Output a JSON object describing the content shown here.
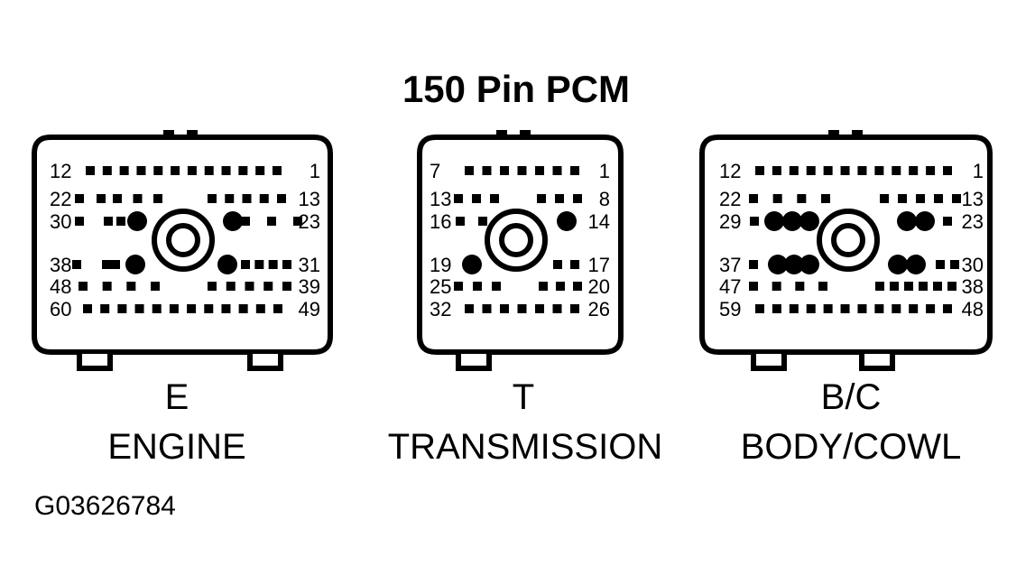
{
  "title": "150 Pin PCM",
  "figure_id": "G03626784",
  "colors": {
    "ink": "#000000",
    "background": "#ffffff"
  },
  "connectors": [
    {
      "letter": "E",
      "name": "ENGINE",
      "rows": [
        {
          "left": "12",
          "right": "1"
        },
        {
          "left": "22",
          "right": "13"
        },
        {
          "left": "30",
          "right": "23"
        },
        {
          "left": "38",
          "right": "31"
        },
        {
          "left": "48",
          "right": "39"
        },
        {
          "left": "60",
          "right": "49"
        }
      ]
    },
    {
      "letter": "T",
      "name": "TRANSMISSION",
      "rows": [
        {
          "left": "7",
          "right": "1"
        },
        {
          "left": "13",
          "right": "8"
        },
        {
          "left": "16",
          "right": "14"
        },
        {
          "left": "19",
          "right": "17"
        },
        {
          "left": "25",
          "right": "20"
        },
        {
          "left": "32",
          "right": "26"
        }
      ]
    },
    {
      "letter": "B/C",
      "name": "BODY/COWL",
      "rows": [
        {
          "left": "12",
          "right": "1"
        },
        {
          "left": "22",
          "right": "13"
        },
        {
          "left": "29",
          "right": "23"
        },
        {
          "left": "37",
          "right": "30"
        },
        {
          "left": "47",
          "right": "38"
        },
        {
          "left": "59",
          "right": "48"
        }
      ]
    }
  ]
}
